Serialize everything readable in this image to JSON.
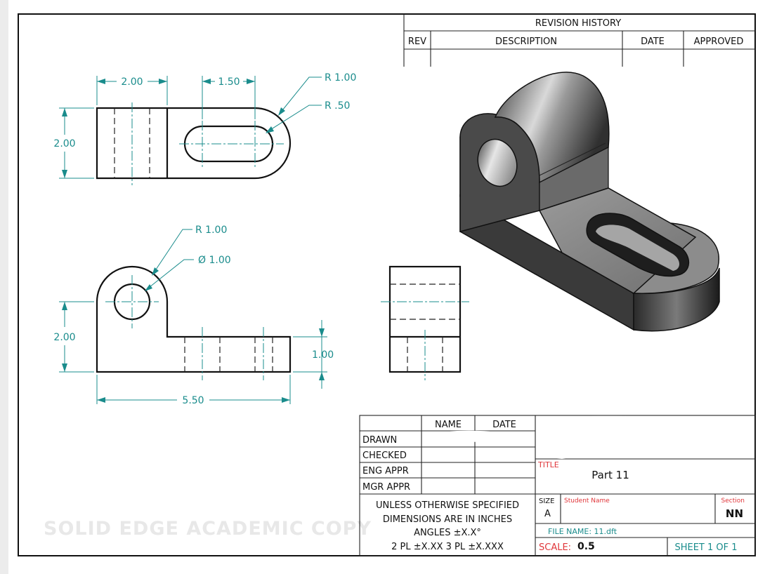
{
  "revision_block": {
    "title": "REVISION HISTORY",
    "col_rev": "REV",
    "col_description": "DESCRIPTION",
    "col_date": "DATE",
    "col_approved": "APPROVED"
  },
  "dimensions": {
    "top_width_left": "2.00",
    "top_slot_len": "1.50",
    "top_radius_outer": "R 1.00",
    "top_radius_slot": "R .50",
    "top_height": "2.00",
    "front_radius": "R 1.00",
    "front_hole": "Ø 1.00",
    "front_height": "2.00",
    "front_base_thickness": "1.00",
    "front_length": "5.50"
  },
  "title_block": {
    "col_name": "NAME",
    "col_date": "DATE",
    "row_drawn": "DRAWN",
    "row_checked": "CHECKED",
    "row_eng_appr": "ENG APPR",
    "row_mgr_appr": "MGR APPR",
    "note_line1": "UNLESS OTHERWISE SPECIFIED",
    "note_line2": "DIMENSIONS ARE IN INCHES",
    "note_line3": "ANGLES ±X.X°",
    "note_line4": "2 PL ±X.XX 3 PL ±X.XXX",
    "title_label": "TITLE",
    "title_value": "Part 11",
    "size_label": "SIZE",
    "size_value": "A",
    "student_label": "Student Name",
    "section_label": "Section",
    "section_value": "NN",
    "file_name": "FILE NAME: 11.dft",
    "scale_label": "SCALE:",
    "scale_value": "0.5",
    "sheet": "SHEET 1 OF 1"
  },
  "watermark": "SOLID EDGE ACADEMIC COPY",
  "colors": {
    "dimension": "#1a8c8c",
    "title_block_label": "#e0363a",
    "line": "#111111"
  }
}
